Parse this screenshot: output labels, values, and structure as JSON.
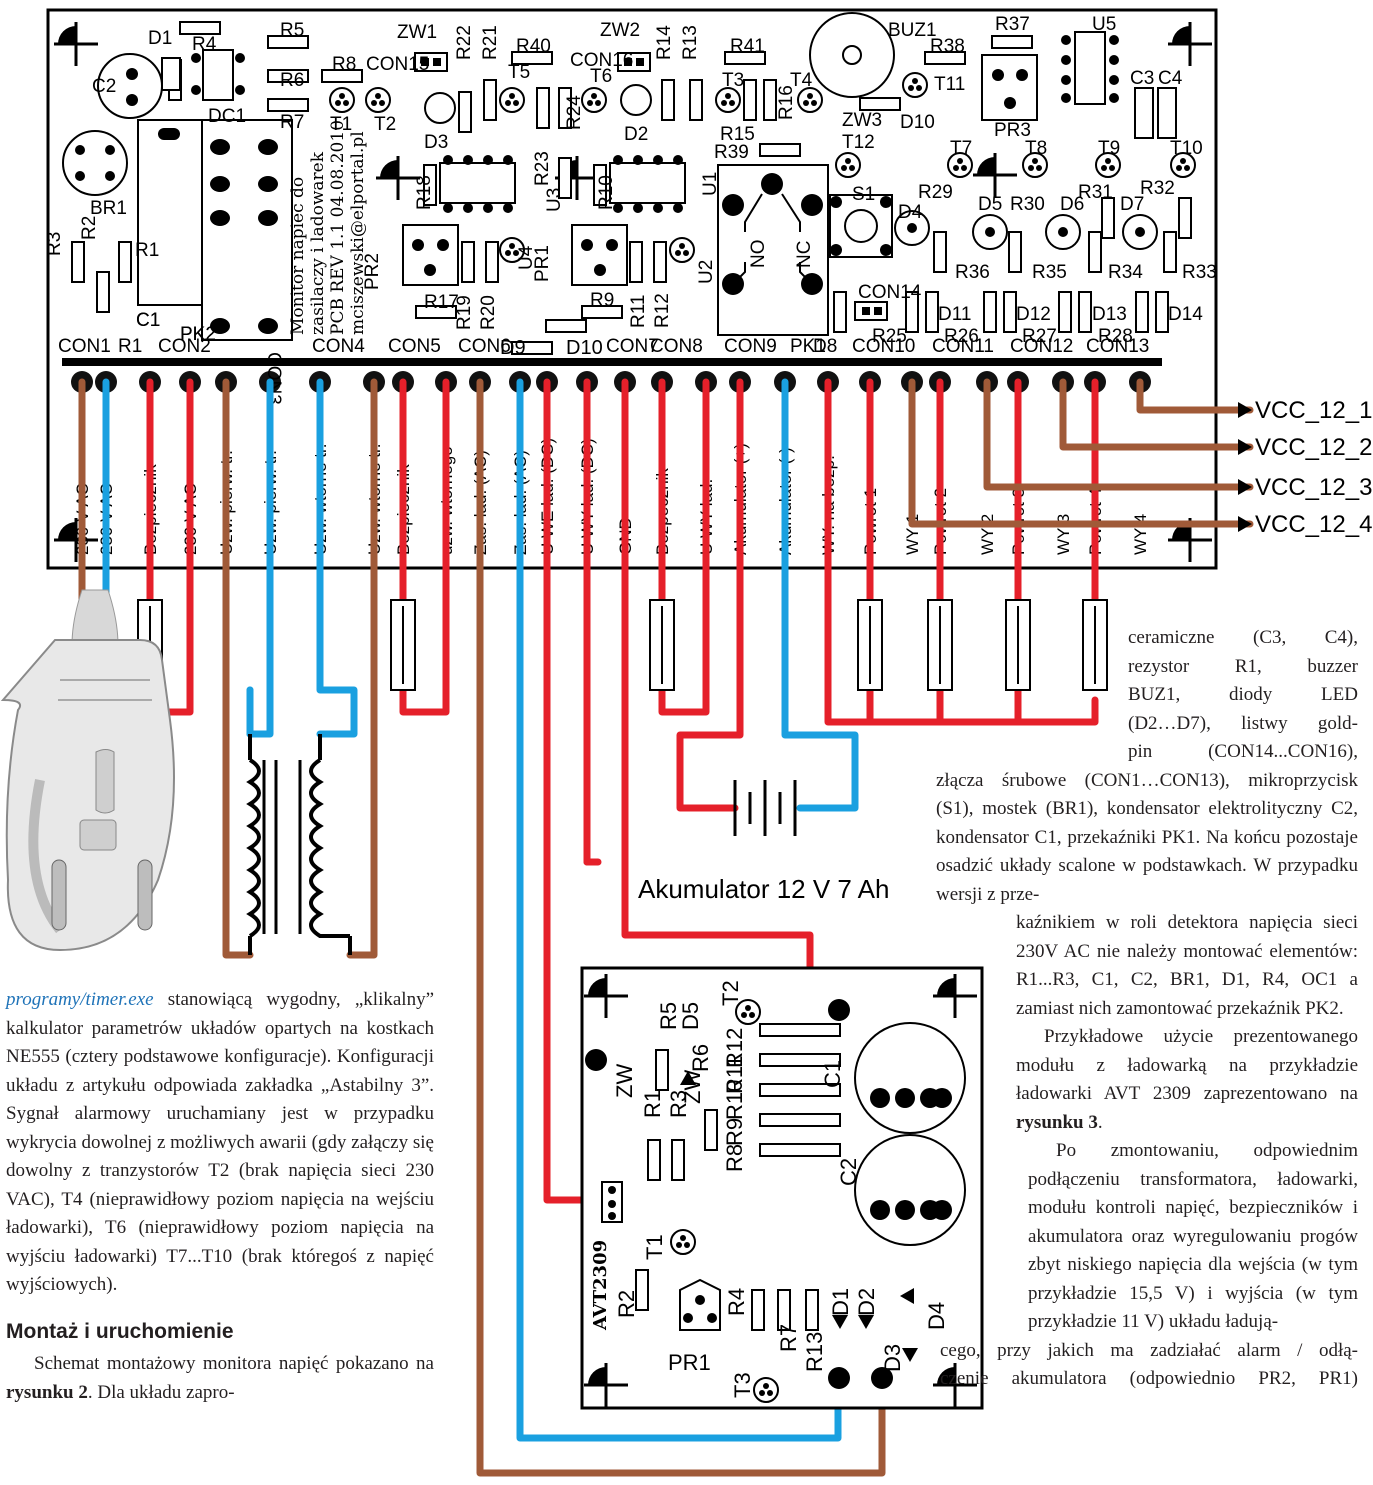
{
  "diagram": {
    "board_text": [
      "Monitor napiec do",
      "zasilaczy i ladowarek",
      "PCB REV 1.1 04.08.2010",
      "mciszewski@elportal.pl"
    ],
    "connectors": [
      "CON1",
      "CON2",
      "CON3",
      "CON4",
      "CON5",
      "CON6",
      "CON7",
      "CON8",
      "CON9",
      "CON10",
      "CON11",
      "CON12",
      "CON13",
      "CON14",
      "CON15",
      "CON16"
    ],
    "terminal_labels": [
      "230 V AC",
      "230 V AC",
      "Bezpiecznik",
      "230 V AC",
      "Uzw. pierw. tr.",
      "Uzw. pierw. tr.",
      "Uzw. wtorne tr.",
      "Uzw. wtorne tr.",
      "Bezpiecznik",
      "uzw. wtornego",
      "Zas. lad. (AC)",
      "Zas. lad. (AC)",
      "U WE lad. (DC)",
      "U WY lad. (DC)",
      "GND",
      "Bezpecznik",
      "U WY lad.",
      "Akumulator (+)",
      "Akumulator (-)",
      "WY. na bezp.",
      "Powrot 1",
      "WY 1",
      "Powrot 2",
      "WY 2",
      "Powrot 3",
      "WY 3",
      "Powrot 4",
      "WY 4"
    ],
    "parts_top": [
      "R5",
      "R6",
      "R7",
      "R4",
      "D1",
      "C2",
      "DC1",
      "BR1",
      "R3",
      "R2",
      "R1",
      "C1",
      "PK2",
      "R8",
      "T1",
      "T2",
      "ZW1",
      "CON15",
      "D3",
      "R22",
      "R21",
      "R40",
      "T5",
      "R24",
      "R23",
      "U3",
      "R18",
      "PR2",
      "R17",
      "R19",
      "R20",
      "U4",
      "D9",
      "ZW2",
      "CON16",
      "T6",
      "D2",
      "R14",
      "R13",
      "R41",
      "T3",
      "R15",
      "R16",
      "T4",
      "R39",
      "R10",
      "U1",
      "PR1",
      "R9",
      "R11",
      "R12",
      "U2",
      "D10",
      "PK1",
      "NO",
      "NC",
      "D8",
      "BUZ1",
      "R38",
      "ZW3",
      "T12",
      "D10",
      "T11",
      "R37",
      "PR3",
      "U5",
      "C3",
      "C4",
      "S1",
      "D4",
      "R29",
      "T7",
      "D5",
      "R30",
      "T8",
      "D6",
      "R31",
      "T9",
      "D7",
      "R32",
      "T10",
      "R36",
      "R35",
      "R34",
      "R33",
      "D11",
      "D12",
      "D13",
      "D14",
      "R25",
      "R26",
      "R27",
      "R28"
    ],
    "vcc_labels": [
      "VCC_12_1",
      "VCC_12_2",
      "VCC_12_3",
      "VCC_12_4"
    ],
    "battery_label": "Akumulator 12 V 7 Ah",
    "board2_labels": [
      "R5",
      "D5",
      "T2",
      "C1",
      "R6",
      "R12",
      "R11",
      "R10",
      "R9",
      "R8",
      "ZW",
      "R1",
      "R3",
      "ZW",
      "AVT2309",
      "T1",
      "R2",
      "PR1",
      "R4",
      "R7",
      "R13",
      "D1",
      "D2",
      "C2",
      "D4",
      "D3",
      "T3"
    ],
    "colors": {
      "red": "#e5202a",
      "blue": "#1aa0e0",
      "brown": "#a05a38",
      "black": "#000000"
    }
  },
  "text_right": {
    "p1_lines": [
      "ceramiczne (C3, C4),",
      "rezystor R1, buzzer",
      "BUZ1, diody LED",
      "(D2…D7), listwy gold-",
      "pin (CON14...CON16),"
    ],
    "p1_wide": "złącza śrubowe (CON1…CON13), mikroprzycisk (S1), mostek (BR1), kondensator elektrolityczny C2, kondensator C1, przekaźniki PK1. Na końcu pozostaje osadzić układy scalone w podstawkach. W przypadku wersji z prze-",
    "p1_narrow": "kaźnikiem w roli detektora napięcia sieci 230V AC nie należy montować elementów: R1...R3, C1, C2, BR1, D1, R4, OC1 a zamiast nich zamontować przekaźnik PK2.",
    "p2_pre": "Przykładowe użycie prezentowanego modułu z ładowarką na przykładzie ładowarki AVT 2309 zaprezentowano na ",
    "p2_bold": "rysunku 3",
    "p2_post": ".",
    "p3": "Po zmontowaniu, odpowiednim podłączeniu transformatora, ładowarki, modułu kontroli napięć, bezpieczników i akumulatora oraz wyregulowaniu progów zbyt niskiego napięcia dla wejścia (w tym przykładzie 15,5 V) i wyjścia (w tym przykładzie 11 V) układu ładują-",
    "p3_wide": "cego, przy jakich ma zadziałać alarm / odłą-",
    "p3_cut": "czenie akumulatora (odpowiednio PR2, PR1)"
  },
  "text_left": {
    "link": "programy/timer.exe",
    "p1": " stanowiącą wygodny, „klikalny” kalkulator parametrów układów opartych na kostkach NE555 (cztery podstawowe konfiguracje). Konfiguracji układu z artykułu odpowiada zakładka „Astabilny 3”. Sygnał alarmowy uruchamiany jest w przypadku wykrycia dowolnej z możliwych awarii (gdy załączy się dowolny z tranzystorów T2 (brak napięcia sieci 230 VAC), T4 (nieprawidłowy poziom napięcia na wejściu ładowarki), T6 (nieprawidłowy poziom napięcia na wyjściu ładowarki) T7...T10 (brak któregoś z napięć wyjściowych).",
    "heading": "Montaż i uruchomienie",
    "p2_pre": "Schemat montażowy monitora napięć pokazano na ",
    "p2_bold": "rysunku 2",
    "p2_post": ". Dla układu zapro-"
  }
}
